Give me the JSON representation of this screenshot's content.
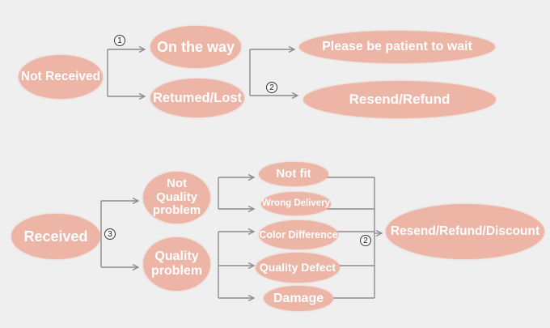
{
  "colors": {
    "background": "#efefef",
    "node_fill": "#ecb5a6",
    "text": "#ffffff",
    "line": "#8c8c8c",
    "badge_border": "#3a3a3a"
  },
  "top_flow": {
    "source": "Not Received",
    "step1_badge": "1",
    "branch_on_the_way": "On the way",
    "branch_returned_lost": "Retumed/Lost",
    "step2_badge": "2",
    "outcome_wait": "Please be patient to wait",
    "outcome_resend_refund": "Resend/Refund"
  },
  "bottom_flow": {
    "source": "Received",
    "step3_badge": "3",
    "branch_not_quality": "Not\nQuality\nproblem",
    "branch_quality": "Quality\nproblem",
    "reason_not_fit": "Not fit",
    "reason_wrong_delivery": "Wrong Delivery",
    "reason_color_difference": "Color Difference",
    "reason_quality_defect": "Quality Defect",
    "reason_damage": "Damage",
    "step2_badge": "2",
    "outcome": "Resend/Refund/Discount"
  }
}
